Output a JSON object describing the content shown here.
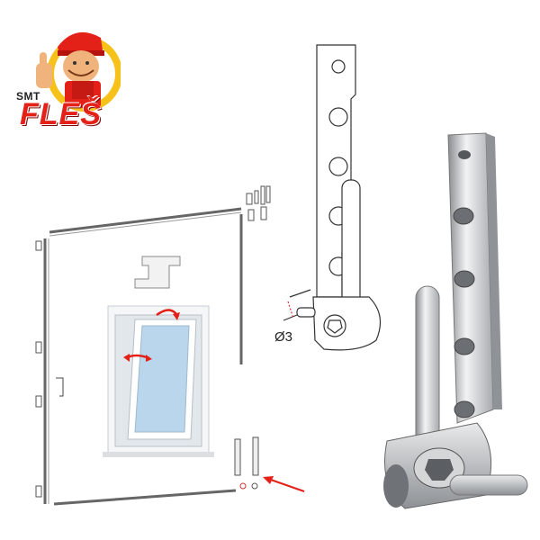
{
  "brand": {
    "prefix": "SMT",
    "name": "FLEŠ",
    "accent_color": "#e32119",
    "mascot_icon": "worker-thumbs-up-icon"
  },
  "drawing": {
    "dimension_label": "Ø3"
  },
  "icons": {
    "arrow": "red-arrow-icon",
    "window": "tilt-turn-window-icon",
    "hinge_outline": "hinge-outline-drawing",
    "hinge_photo": "hinge-3d-render"
  }
}
